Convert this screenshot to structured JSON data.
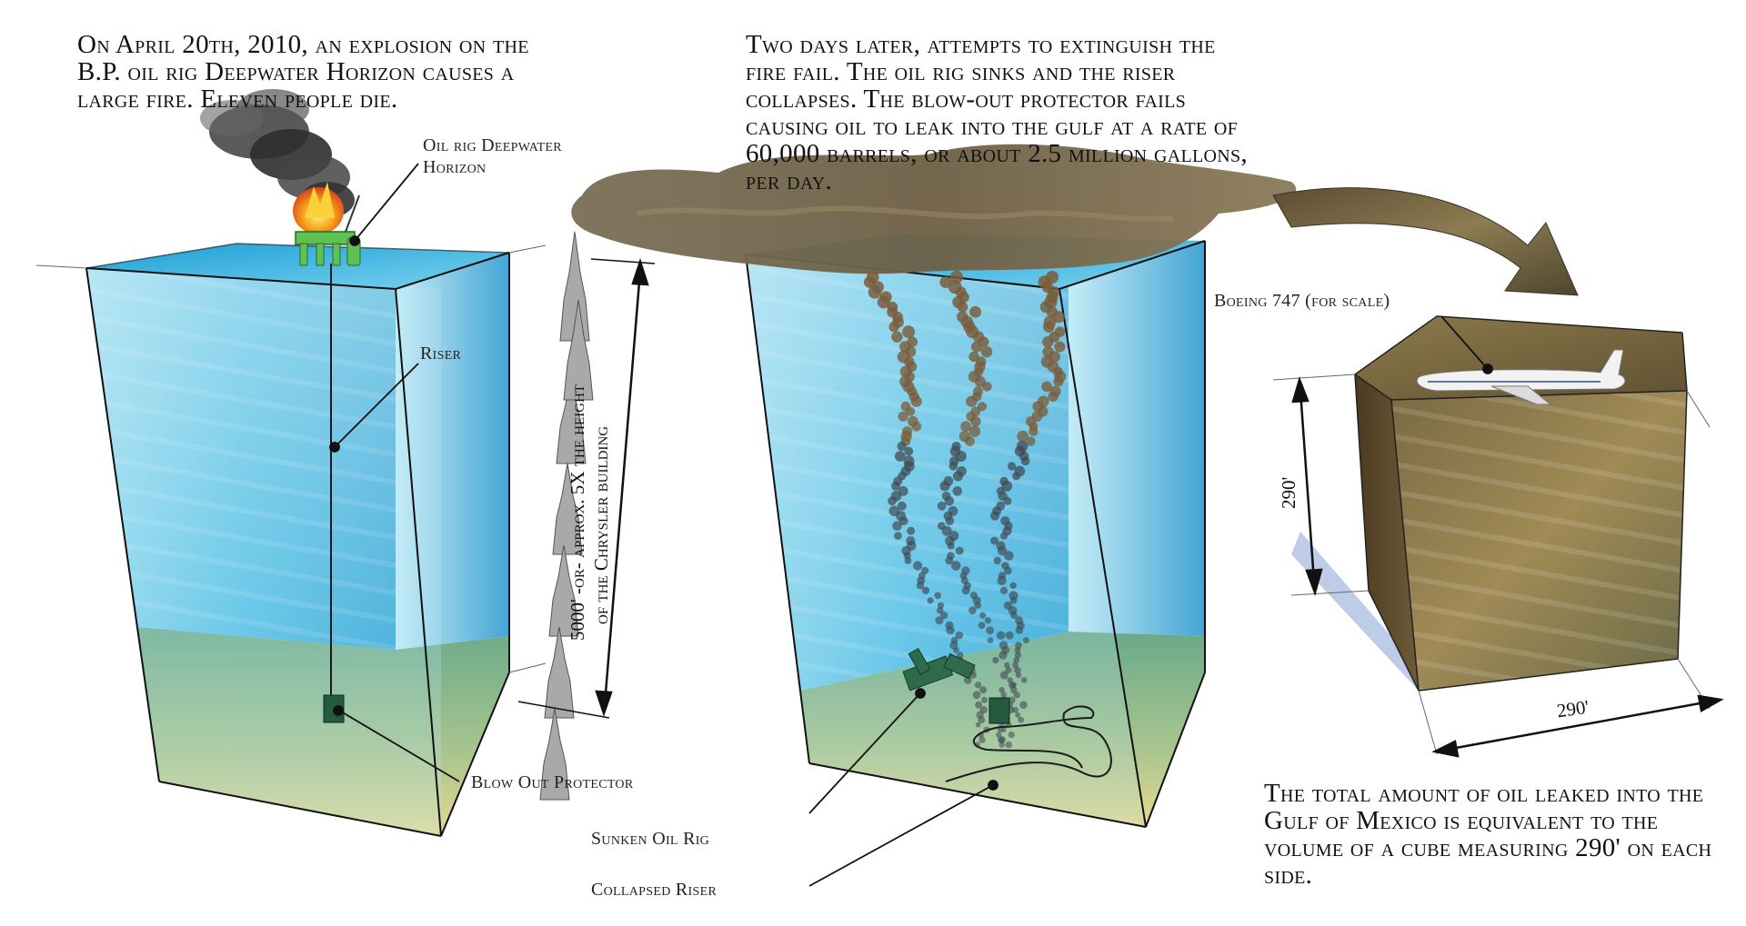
{
  "captions": {
    "step1": "On April 20th, 2010, an explosion on the B.P. oil rig Deepwater Horizon causes a large fire. Eleven people die.",
    "step2": "Two days later, attempts to extinguish the fire fail. The oil rig sinks and the riser collapses. The blow-out protector fails causing oil to leak into the gulf at a rate of 60,000 barrels, or about 2.5 million gallons, per day.",
    "step3": "The total amount of oil leaked into the Gulf of Mexico is equivalent to the volume of a cube measuring 290' on each side."
  },
  "labels": {
    "oil_rig": "Oil rig Deepwater Horizon",
    "riser": "Riser",
    "blow_out_protector": "Blow Out Protector",
    "sunken_oil_rig": "Sunken Oil Rig",
    "collapsed_riser": "Collapsed Riser",
    "boeing": "Boeing 747 (for scale)",
    "depth_line1": "5000' -or- approx. 5X the height",
    "depth_line2": "of the Chrysler building",
    "cube_height": "290'",
    "cube_width": "290'"
  },
  "colors": {
    "water_light": "#bfeaf6",
    "water_mid": "#58c3e6",
    "water_deep": "#1d8fc4",
    "seafloor_green": "#7fb48c",
    "seafloor_sand": "#e3d996",
    "oil_brown": "#6b5a3a",
    "fire_orange": "#f58a12",
    "rig_green": "#5ec153"
  }
}
